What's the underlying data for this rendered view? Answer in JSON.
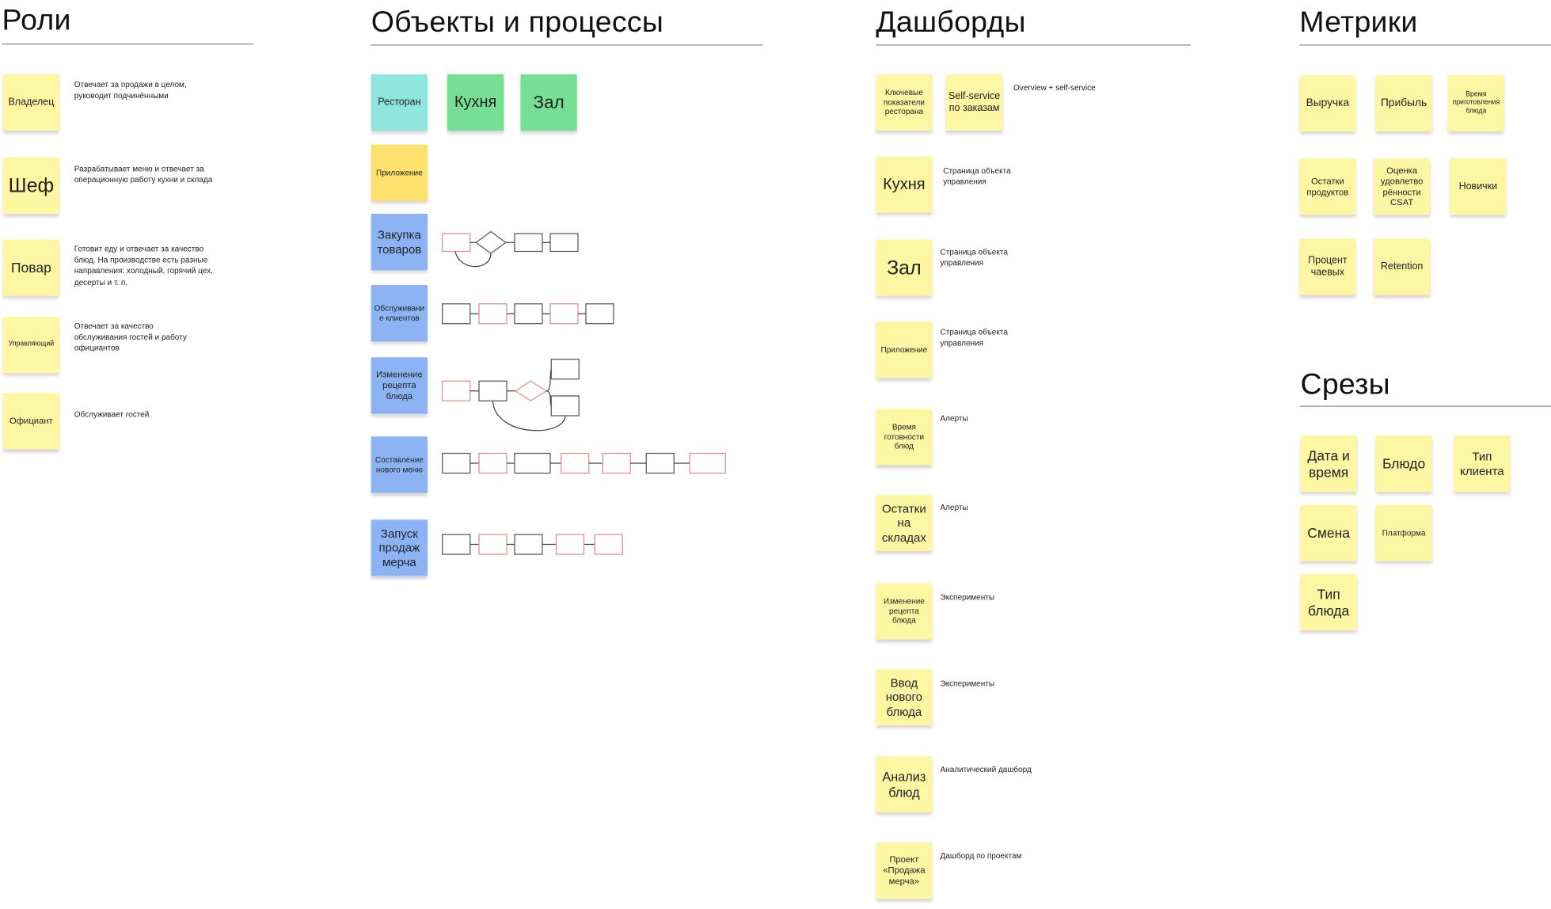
{
  "sections": {
    "roles": "Роли",
    "objects": "Объекты и процессы",
    "dashboards": "Дашборды",
    "metrics": "Метрики",
    "slices": "Срезы"
  },
  "roles": [
    {
      "name": "Владелец",
      "desc": "Отвечает за продажи в целом, руководит подчинёнными"
    },
    {
      "name": "Шеф",
      "desc": "Разрабатывает меню и отвечает за операционную работу кухни и склада"
    },
    {
      "name": "Повар",
      "desc": "Готовит еду и отвечает за качество блюд. На производстве есть разные направления: холодный, горячий цех, десерты и т. п."
    },
    {
      "name": "Управляющий",
      "desc": "Отвечает за качество обслуживания гостей и работу официантов"
    },
    {
      "name": "Официант",
      "desc": "Обслуживает гостей"
    }
  ],
  "objects": {
    "restaurant": "Ресторан",
    "kitchen": "Кухня",
    "hall": "Зал",
    "app": "Приложение"
  },
  "processes": [
    "Закупка товаров",
    "Обслуживание клиентов",
    "Изменение рецепта блюда",
    "Составление нового меню",
    "Запуск продаж мерча"
  ],
  "dashboards": [
    {
      "name": "Ключевые показатели ресторана",
      "desc": ""
    },
    {
      "name": "Self-service по заказам",
      "desc": "Overview + self-service"
    },
    {
      "name": "Кухня",
      "desc": "Страница объекта управления"
    },
    {
      "name": "Зал",
      "desc": "Страница объекта управления"
    },
    {
      "name": "Приложение",
      "desc": "Страница объекта управления"
    },
    {
      "name": "Время готовности блюд",
      "desc": "Алерты"
    },
    {
      "name": "Остатки на складах",
      "desc": "Алерты"
    },
    {
      "name": "Изменение рецепта блюда",
      "desc": "Эксперименты"
    },
    {
      "name": "Ввод нового блюда",
      "desc": "Эксперименты"
    },
    {
      "name": "Анализ блюд",
      "desc": "Аналитический дашборд"
    },
    {
      "name": "Проект «Продажа мерча»",
      "desc": "Дашборд по проектам"
    }
  ],
  "metrics": [
    "Выручка",
    "Прибыль",
    "Время приготовления блюда",
    "Остатки продуктов",
    "Оценка удовлетво рённости CSAT",
    "Новички",
    "Процент чаевых",
    "Retention"
  ],
  "slices": [
    "Дата и время",
    "Блюдо",
    "Тип клиента",
    "Смена",
    "Платформа",
    "Тип блюда"
  ],
  "colors": {
    "sticky_yellow": "#fdf6a3",
    "sticky_cyan": "#8fe6de",
    "sticky_green": "#77df95",
    "sticky_gold": "#fde16d",
    "sticky_blue": "#8cb4f5",
    "flow_highlight": "#e88b8b"
  }
}
